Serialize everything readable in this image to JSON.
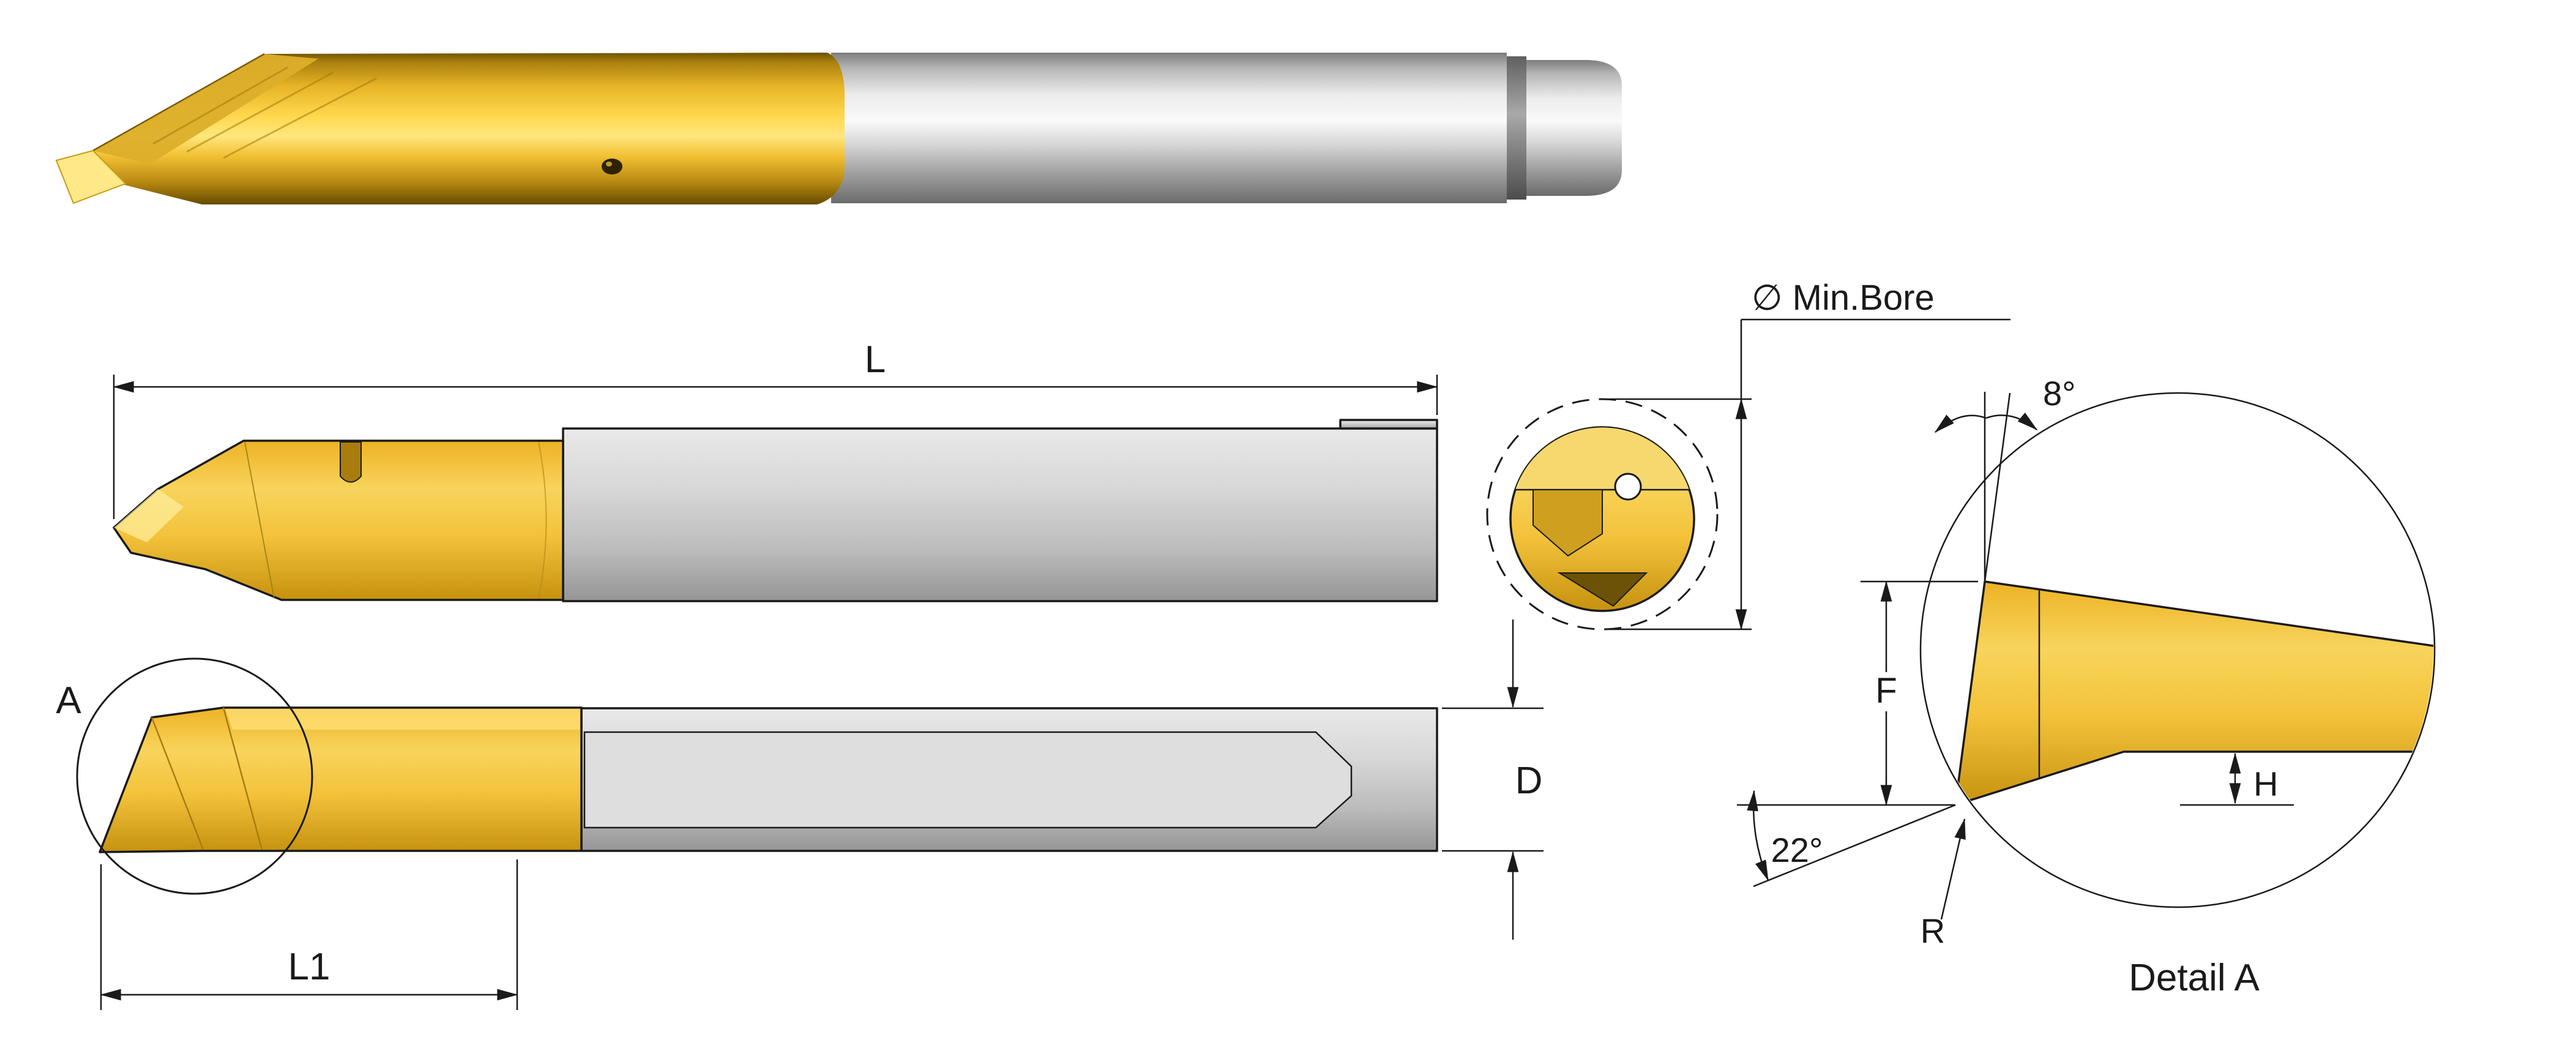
{
  "drawing": {
    "labels": {
      "overall_length": "L",
      "detail_marker": "A",
      "tip_length": "L1",
      "shank_diameter": "D",
      "min_bore": "∅ Min.Bore",
      "top_angle": "8°",
      "depth_f": "F",
      "height_h": "H",
      "front_angle": "22°",
      "tip_radius": "R",
      "detail_title": "Detail A"
    },
    "colors": {
      "coating_gold": "#f2c23a",
      "carbide_gray": "#c9c9c9",
      "line_color": "#1a1a1a",
      "background": "#ffffff"
    }
  }
}
